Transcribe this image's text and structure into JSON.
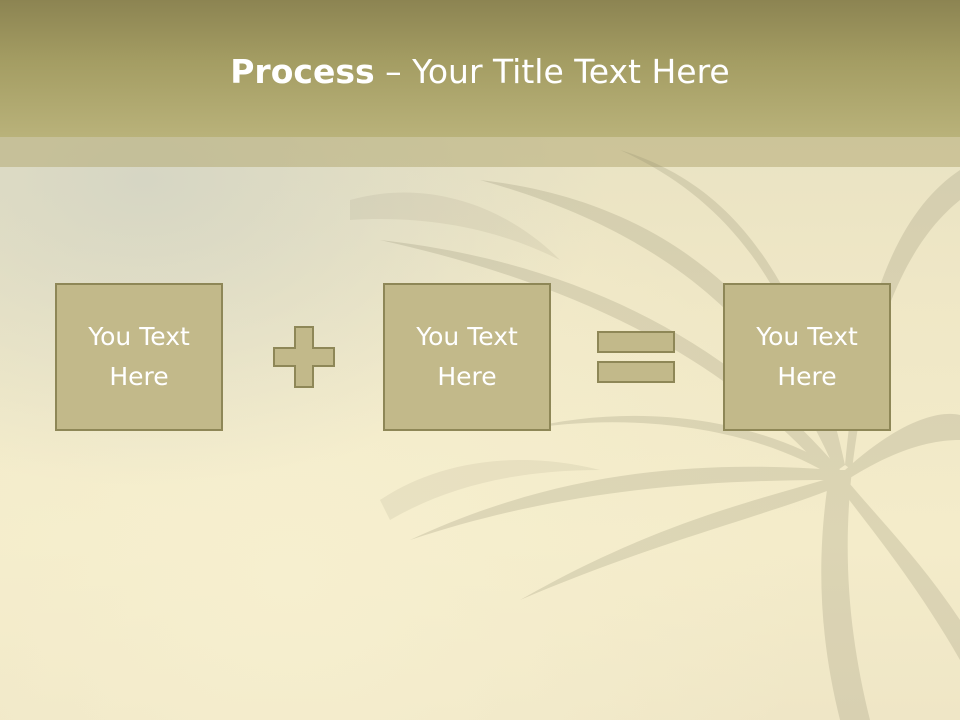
{
  "slide": {
    "title_bold": "Process",
    "title_rest": " – Your Title Text Here",
    "boxes": [
      {
        "text": "You Text Here"
      },
      {
        "text": "You Text Here"
      },
      {
        "text": "You Text Here"
      }
    ],
    "operators": [
      "plus-icon",
      "equals-icon"
    ],
    "colors": {
      "title_bar": "#a49d63",
      "box_fill": "#c2b98a",
      "box_border": "#8e8757",
      "text": "#ffffff"
    }
  }
}
